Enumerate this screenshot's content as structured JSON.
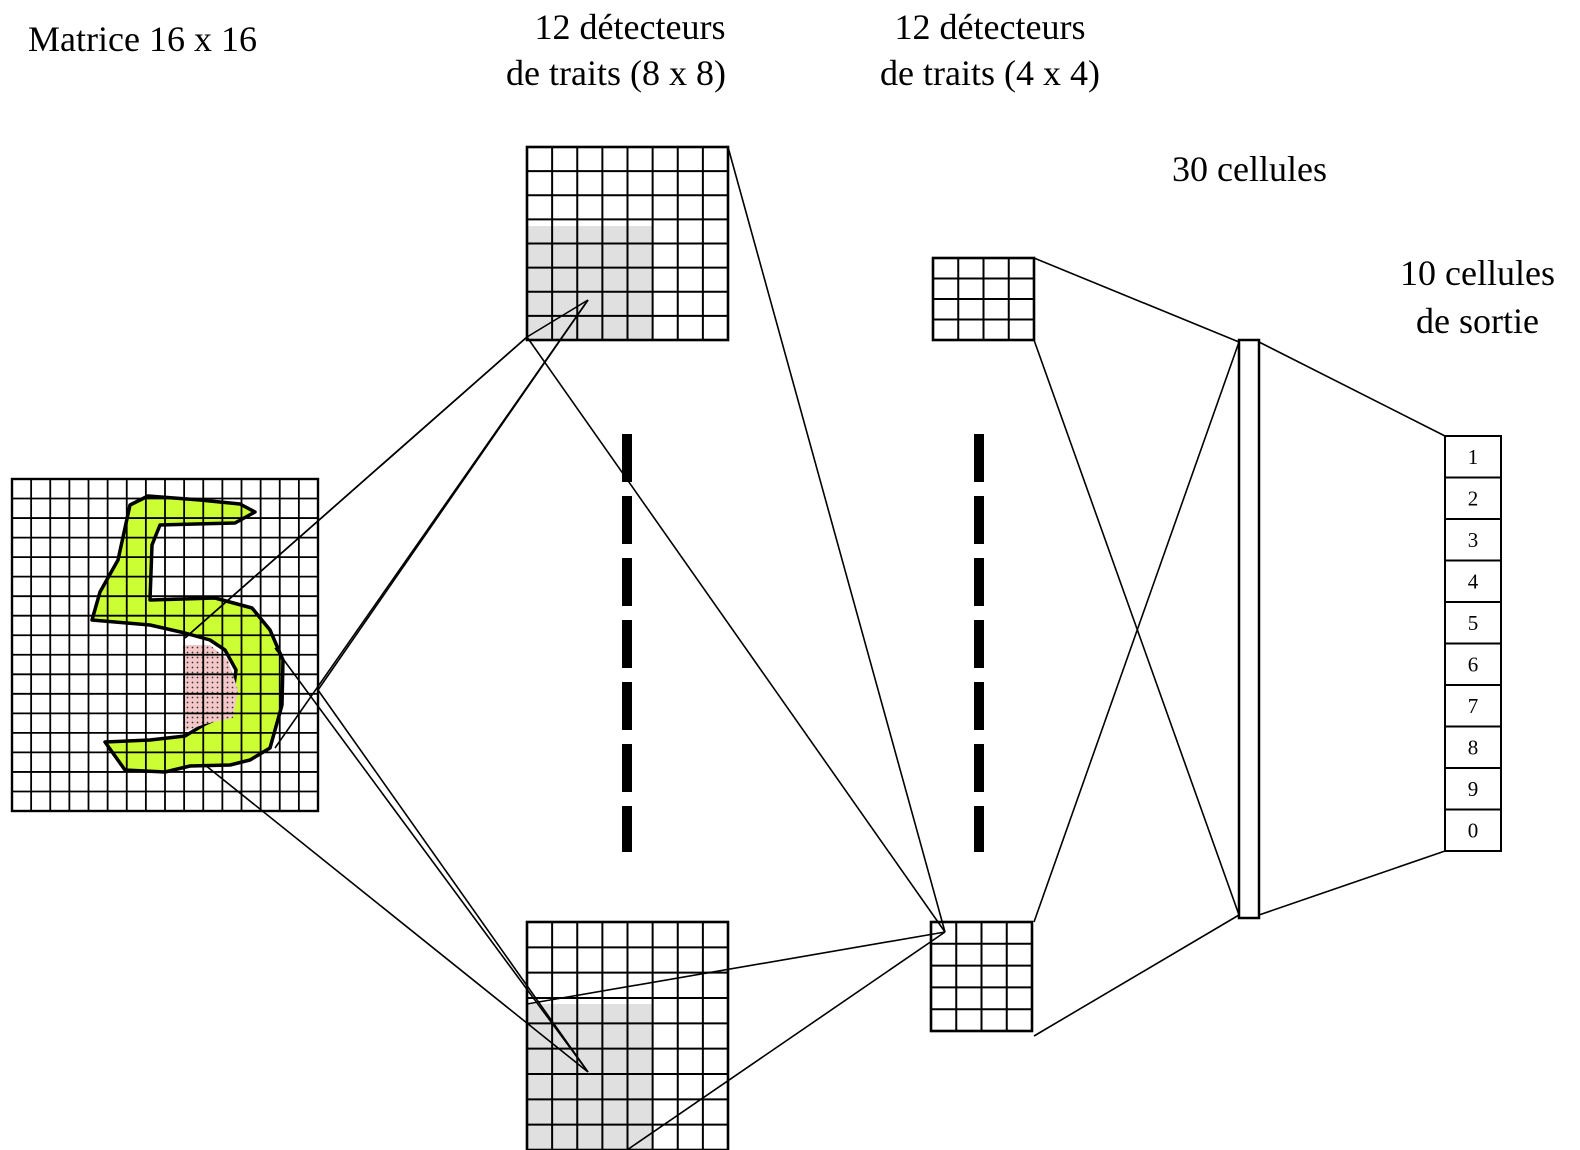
{
  "labels": {
    "input_matrix": "Matrice 16 x 16",
    "feature_8x8_line1": "12 détecteurs",
    "feature_8x8_line2": "de traits (8 x 8)",
    "feature_4x4_line1": "12 détecteurs",
    "feature_4x4_line2": "de traits (4 x 4)",
    "hidden": "30 cellules",
    "output_line1": "10 cellules",
    "output_line2": "de sortie"
  },
  "output_cells": [
    "1",
    "2",
    "3",
    "4",
    "5",
    "6",
    "7",
    "8",
    "9",
    "0"
  ],
  "colors": {
    "digit_fill": "#ccff33",
    "receptive_field": "#f4c8c8",
    "shaded_region": "#e0e0e0",
    "stroke": "#000000"
  }
}
